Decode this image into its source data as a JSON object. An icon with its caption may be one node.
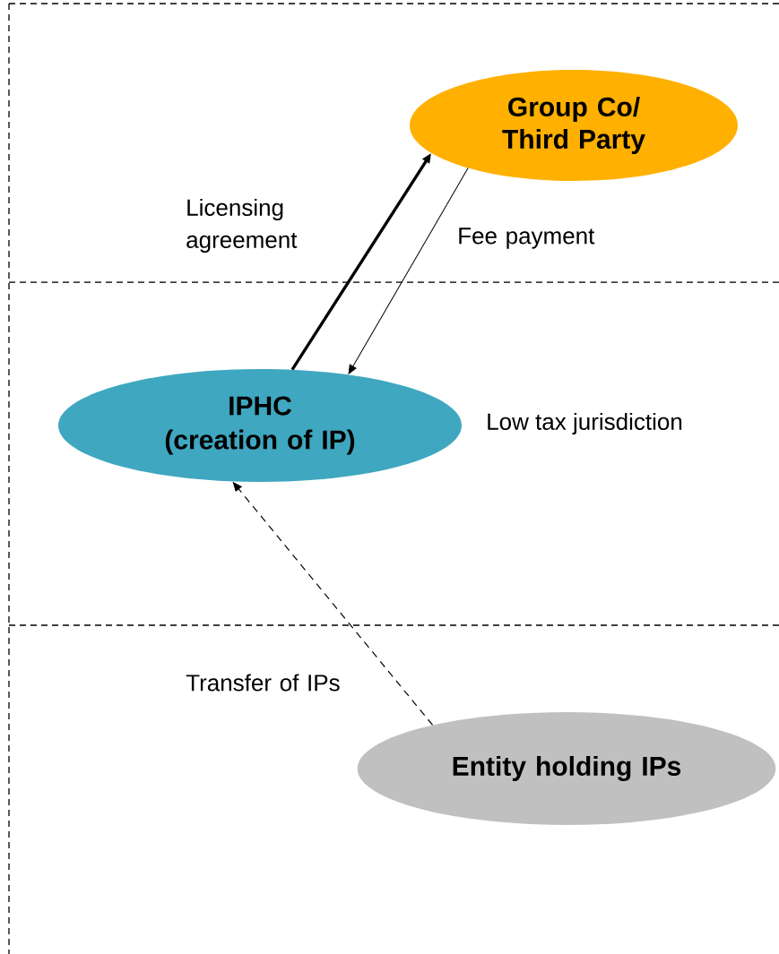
{
  "diagram": {
    "nodes": [
      {
        "text": [
          "Group Co/ Third Party"
        ]
      },
      {
        "text": [
          "IPHC",
          "(creation of IP)"
        ]
      },
      {
        "text": [
          "Entity holding IPs"
        ]
      }
    ],
    "edges": [
      {
        "from": 1,
        "to": 0,
        "arrow": "to",
        "style": "thick",
        "label": "Licensing agreement"
      },
      {
        "from": 0,
        "to": 1,
        "arrow": "to",
        "label": "Fee payment"
      },
      {
        "from": 2,
        "to": 1,
        "arrow": "to",
        "style": "dashed",
        "label": "Transfer of IPs"
      }
    ],
    "labels": [
      "Low tax jurisdiction"
    ]
  }
}
